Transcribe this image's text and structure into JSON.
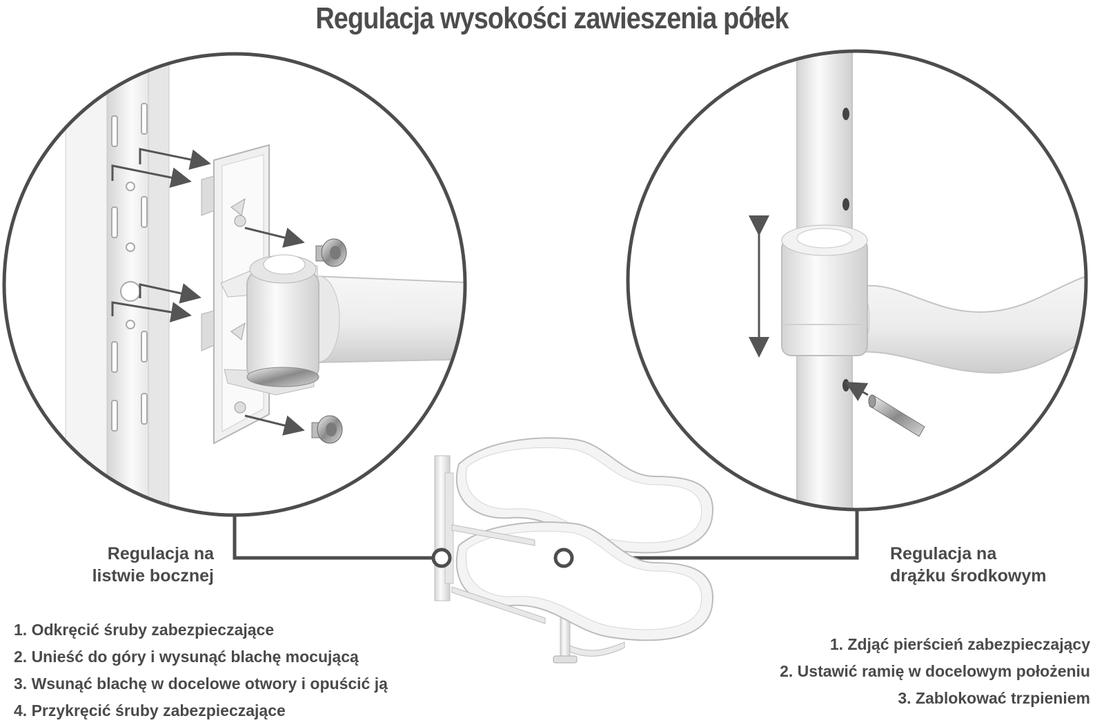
{
  "title": "Regulacja wysokości zawieszenia półek",
  "left_panel": {
    "caption_line1": "Regulacja na",
    "caption_line2": "listwie bocznej",
    "steps": [
      "1. Odkręcić śruby zabezpieczające",
      "2. Unieść do góry i wysunąć blachę mocującą",
      "3. Wsunąć blachę w docelowe otwory i opuścić ją",
      "4. Przykręcić śruby zabezpieczające"
    ]
  },
  "right_panel": {
    "caption_line1": "Regulacja na",
    "caption_line2": "drążku środkowym",
    "steps": [
      "1. Zdjąć pierścień zabezpieczający",
      "2. Ustawić ramię w docelowym położeniu",
      "3. Zablokować trzpieniem"
    ]
  },
  "colors": {
    "text": "#4a4a4a",
    "outline": "#4d4d4d",
    "metal": "#f2f2f2"
  }
}
